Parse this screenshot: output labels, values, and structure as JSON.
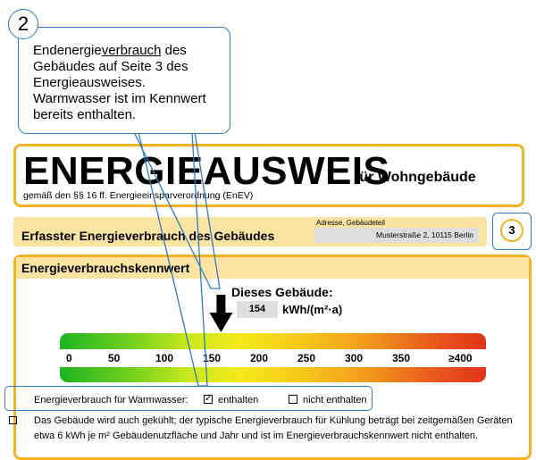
{
  "callout": {
    "step_number": "2",
    "line1_pre": "Endenergie",
    "line1_underlined": "verbrauch",
    "line1_post": " des",
    "line2": "Gebäudes auf Seite 3 des",
    "line3": "Energieausweises.",
    "line4": "Warmwasser ist im Kennwert",
    "line5": "bereits enthalten."
  },
  "header": {
    "title": "ENERGIEAUSWEIS",
    "subtitle": "für Wohngebäude",
    "legal": "gemäß den §§ 16 ff. Energieeinsparverordnung (EnEV)"
  },
  "section": {
    "title": "Erfasster Energieverbrauch des Gebäudes",
    "address_label": "Adresse, Gebäudeteil",
    "address_value": "Musterstraße 2, 10115 Berlin",
    "page_number": "3"
  },
  "panel": {
    "title": "Energieverbrauchskennwert",
    "building_label": "Dieses Gebäude:",
    "value": "154",
    "unit": "kWh/(m²·a)"
  },
  "scale": {
    "ticks": [
      "0",
      "50",
      "100",
      "150",
      "200",
      "250",
      "300",
      "350",
      "≥400"
    ],
    "marker_value": 154,
    "max": 400
  },
  "water": {
    "label": "Energieverbrauch für Warmwasser:",
    "checked_mark": "✓",
    "included_label": "enthalten",
    "not_included_label": "nicht enthalten"
  },
  "cooling": {
    "line1": "Das Gebäude wird auch gekühlt; der typische Energieverbrauch für Kühlung beträgt bei zeitgemäßen Geräten",
    "line2": "etwa 6 kWh je m² Gebäudenutzfläche und Jahr und ist im Energieverbrauchskennwert nicht enthalten."
  },
  "colors": {
    "accent_orange": "#f5b21e",
    "accent_blue": "#2e7bc4",
    "section_fill": "#fbe3a2"
  }
}
